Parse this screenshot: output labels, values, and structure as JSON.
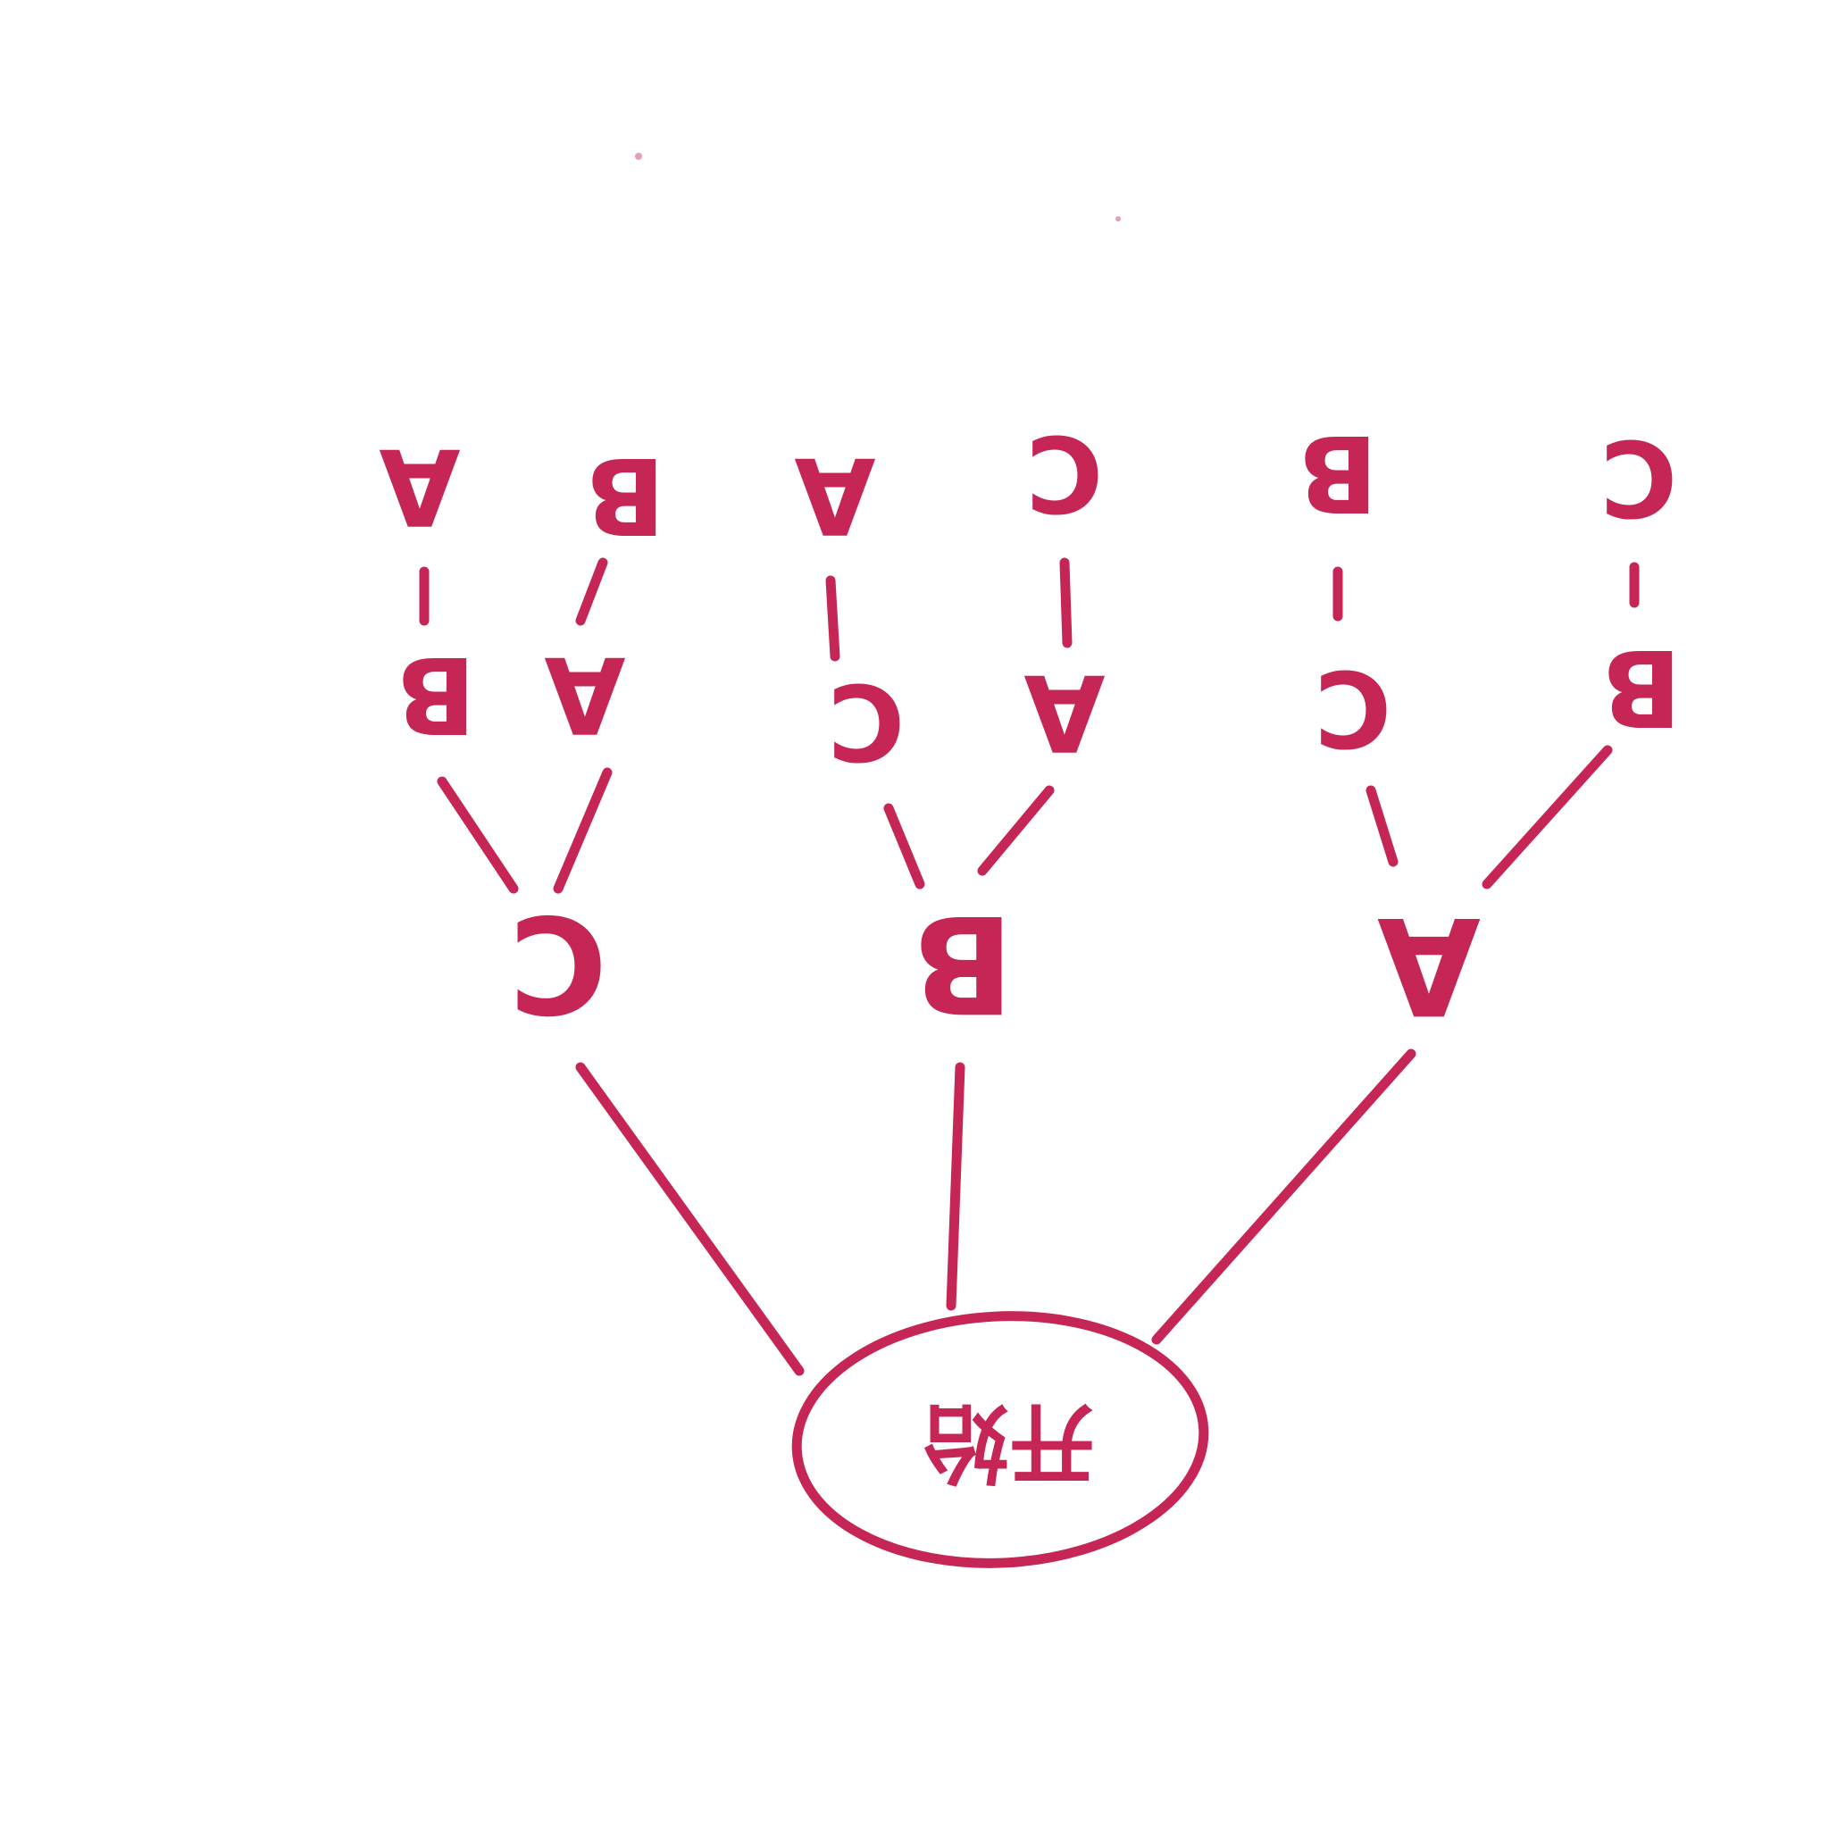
{
  "diagram": {
    "root": {
      "label": "开始"
    },
    "level1": [
      {
        "label": "C"
      },
      {
        "label": "B"
      },
      {
        "label": "A"
      }
    ],
    "level2": [
      {
        "label": "B"
      },
      {
        "label": "A"
      },
      {
        "label": "C"
      },
      {
        "label": "A"
      },
      {
        "label": "C"
      },
      {
        "label": "B"
      }
    ],
    "level3": [
      {
        "label": "A"
      },
      {
        "label": "B"
      },
      {
        "label": "A"
      },
      {
        "label": "C"
      },
      {
        "label": "B"
      },
      {
        "label": "C"
      }
    ],
    "colors": {
      "ink": "#c62655",
      "background": "#ffffff"
    },
    "orientation": "upside-down"
  }
}
